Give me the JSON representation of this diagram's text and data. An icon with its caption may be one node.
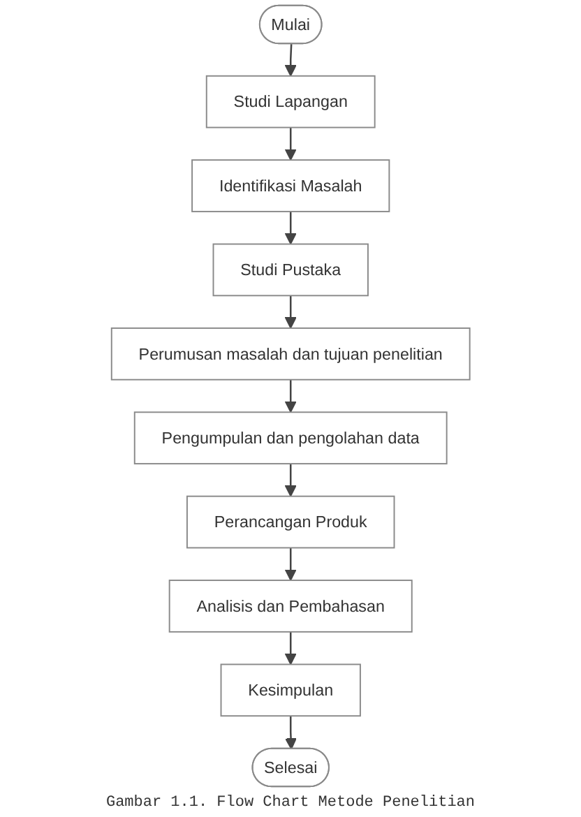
{
  "diagram": {
    "caption": "Gambar 1.1. Flow Chart Metode Penelitian",
    "nodes": [
      {
        "text": [
          "Mulai"
        ]
      },
      {
        "text": [
          "Studi Lapangan"
        ]
      },
      {
        "text": [
          "Identifikasi Masalah"
        ]
      },
      {
        "text": [
          "Studi Pustaka"
        ]
      },
      {
        "text": [
          "Perumusan masalah dan tujuan penelitian"
        ]
      },
      {
        "text": [
          "Pengumpulan dan pengolahan data"
        ]
      },
      {
        "text": [
          "Perancangan Produk"
        ]
      },
      {
        "text": [
          "Analisis dan Pembahasan"
        ]
      },
      {
        "text": [
          "Kesimpulan"
        ]
      },
      {
        "text": [
          "Selesai"
        ]
      }
    ],
    "edges": [
      {
        "from": 0,
        "to": 1,
        "arrow": "to"
      },
      {
        "from": 1,
        "to": 2,
        "arrow": "to"
      },
      {
        "from": 2,
        "to": 3,
        "arrow": "to"
      },
      {
        "from": 3,
        "to": 4,
        "arrow": "to"
      },
      {
        "from": 4,
        "to": 5,
        "arrow": "to"
      },
      {
        "from": 5,
        "to": 6,
        "arrow": "to"
      },
      {
        "from": 6,
        "to": 7,
        "arrow": "to"
      },
      {
        "from": 7,
        "to": 8,
        "arrow": "to"
      },
      {
        "from": 8,
        "to": 9,
        "arrow": "to"
      }
    ]
  }
}
